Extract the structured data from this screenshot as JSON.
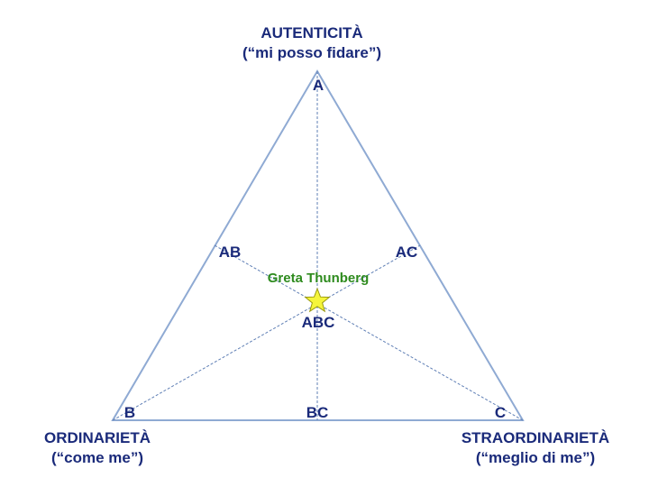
{
  "corners": {
    "top": {
      "title": "AUTENTICITÀ",
      "subtitle": "(“mi posso fidare”)"
    },
    "left": {
      "title": "ORDINARIETÀ",
      "subtitle": "(“come me”)"
    },
    "right": {
      "title": "STRAORDINARIETÀ",
      "subtitle": "(“meglio di me”)"
    }
  },
  "vertices": {
    "a": "A",
    "b": "B",
    "c": "C",
    "ab": "AB",
    "ac": "AC",
    "bc": "BC",
    "abc": "ABC"
  },
  "marker": {
    "label": "Greta Thunberg",
    "icon": "star-icon",
    "color": "#f5f53a"
  },
  "colors": {
    "triangle": "#8faad3",
    "median": "#5f7fb5",
    "text": "#1a2a7a",
    "marker_label": "#2e8b1e"
  }
}
